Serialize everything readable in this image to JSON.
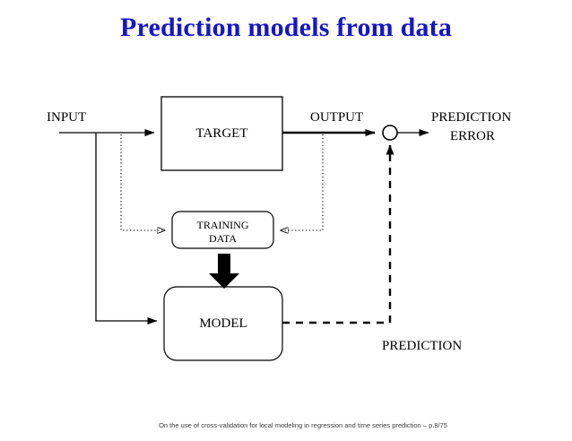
{
  "slide": {
    "title": "Prediction models from data",
    "title_color": "#1616c8",
    "background_color": "#ffffff"
  },
  "diagram": {
    "type": "block-diagram",
    "line_color": "#000000",
    "labels": {
      "input": "INPUT",
      "output": "OUTPUT",
      "prediction_error_line1": "PREDICTION",
      "prediction_error_line2": "ERROR",
      "prediction": "PREDICTION"
    },
    "blocks": [
      {
        "id": "target",
        "label": "TARGET",
        "shape": "rectangle",
        "corners": "sharp"
      },
      {
        "id": "training-data",
        "label_line1": "TRAINING",
        "label_line2": "DATA",
        "shape": "rectangle",
        "corners": "rounded"
      },
      {
        "id": "model",
        "label": "MODEL",
        "shape": "rectangle",
        "corners": "rounded"
      }
    ],
    "nodes": [
      {
        "id": "summing-junction",
        "shape": "circle"
      }
    ],
    "connections": [
      {
        "id": "input-to-target",
        "style": "solid",
        "arrow": true
      },
      {
        "id": "input-to-model",
        "style": "solid",
        "arrow": true
      },
      {
        "id": "input-to-training-data",
        "style": "dotted",
        "arrow": true
      },
      {
        "id": "target-to-junction",
        "style": "solid-thick",
        "arrow": true
      },
      {
        "id": "output-to-training-data",
        "style": "dotted",
        "arrow": true
      },
      {
        "id": "junction-to-prediction-error",
        "style": "solid",
        "arrow": true
      },
      {
        "id": "training-data-to-model",
        "style": "block-arrow",
        "arrow": true
      },
      {
        "id": "model-to-junction",
        "style": "dashed",
        "arrow": true
      }
    ]
  },
  "footer": {
    "text": "On the use of cross-validation for local modeling in regression and time series prediction – p.8/75"
  }
}
